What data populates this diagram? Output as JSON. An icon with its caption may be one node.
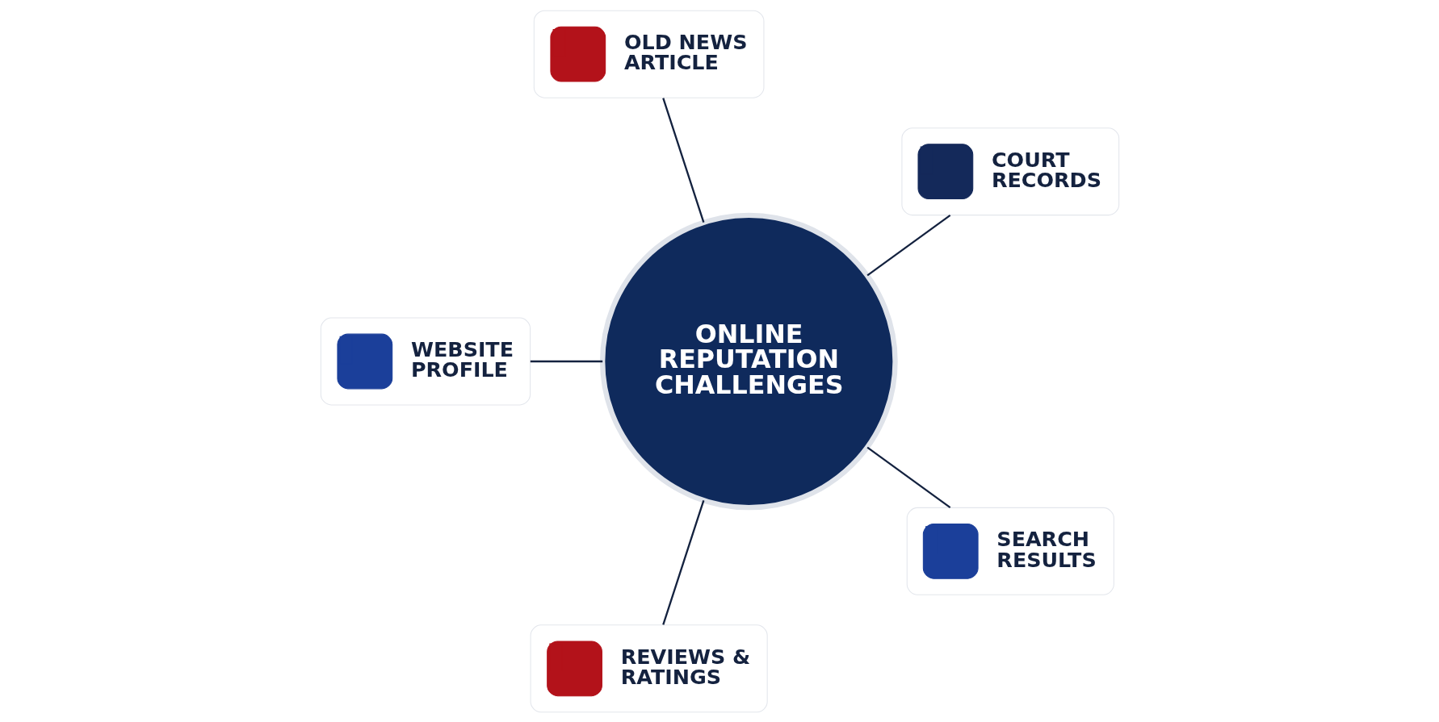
{
  "diagram": {
    "nodes": [
      {
        "text": [
          "OLD NEWS ARTICLE"
        ]
      },
      {
        "text": [
          "COURT RECORDS"
        ]
      },
      {
        "text": [
          "ONLINE REPUTATION CHALLENGES"
        ]
      },
      {
        "text": [
          "WEBSITE PROFILE"
        ]
      },
      {
        "text": [
          "SEARCH RESULTS"
        ]
      },
      {
        "text": [
          "REVIEWS & RATINGS"
        ]
      }
    ],
    "edges": [
      {
        "from": 2,
        "to": 0,
        "arrow": "none"
      },
      {
        "from": 2,
        "to": 1,
        "arrow": "none"
      },
      {
        "from": 2,
        "to": 3,
        "arrow": "none"
      },
      {
        "from": 2,
        "to": 4,
        "arrow": "none"
      },
      {
        "from": 2,
        "to": 5,
        "arrow": "none"
      }
    ]
  }
}
